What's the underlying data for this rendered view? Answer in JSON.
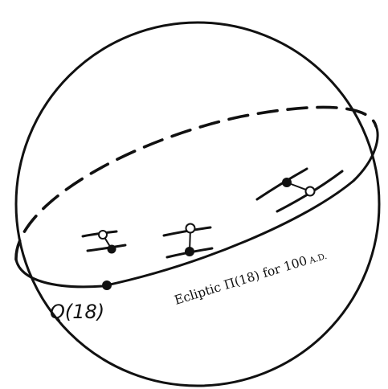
{
  "figure": {
    "point_label": "Q(18)",
    "ecliptic_label": {
      "main": "Ecliptic Π(18) for 100",
      "era": "A.D."
    },
    "colors": {
      "ink": "#111111",
      "background": "#ffffff",
      "open_marker_fill": "#ffffff"
    }
  },
  "star_pairs": [
    {
      "name": "left-pair",
      "filled_marker": "lower",
      "open_marker": "upper"
    },
    {
      "name": "middle-pair",
      "filled_marker": "lower",
      "open_marker": "upper"
    },
    {
      "name": "right-pair",
      "filled_marker": "upper-left",
      "open_marker": "lower-right"
    }
  ]
}
